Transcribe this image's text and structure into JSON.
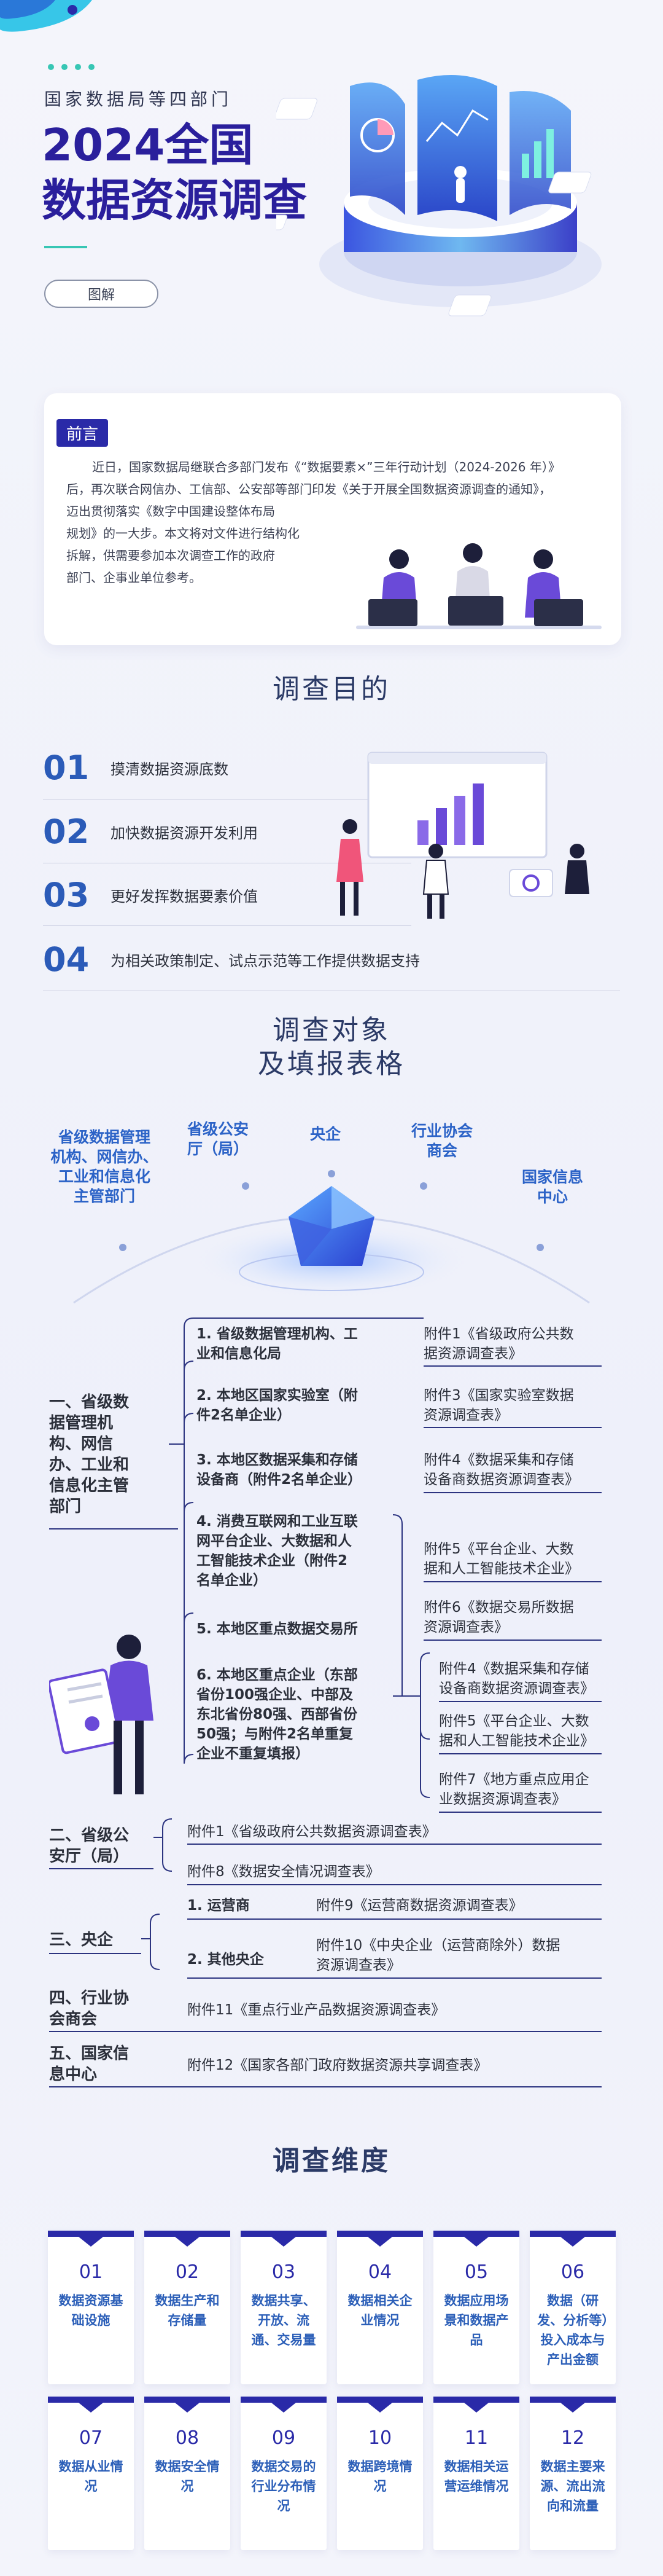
{
  "hero": {
    "subtitle": "国家数据局等四部门",
    "title_line1": "2024全国",
    "title_line2": "数据资源调查",
    "button": "图解"
  },
  "preface": {
    "tag": "前言",
    "lines": [
      "近日，国家数据局继联合多部门发布《“数据要素×”三年行动计划（2024-2026 年）》",
      "后，再次联合网信办、工信部、公安部等部门印发《关于开展全国数据资源调查的通知》，",
      "迈出贯彻落实《数字中国建设整体布局",
      "规划》的一大步。本文将对文件进行结构化",
      "拆解，供需要参加本次调查工作的政府",
      "部门、企事业单位参考。"
    ]
  },
  "purpose": {
    "title": "调查目的",
    "items": [
      {
        "num": "01",
        "text": "摸清数据资源底数"
      },
      {
        "num": "02",
        "text": "加快数据资源开发利用"
      },
      {
        "num": "03",
        "text": "更好发挥数据要素价值"
      },
      {
        "num": "04",
        "text": "为相关政策制定、试点示范等工作提供数据支持"
      }
    ]
  },
  "objects": {
    "title_line1": "调查对象",
    "title_line2": "及填报表格",
    "arc_labels": [
      "省级数据管理\n机构、网信办、\n工业和信息化\n主管部门",
      "省级公安\n厅（局）",
      "央企",
      "行业协会\n商会",
      "国家信息\n中心"
    ],
    "groups": [
      {
        "label": "一、省级数\n据管理机\n构、网信\n办、工业和\n信息化主管\n部门"
      },
      {
        "label": "二、省级公\n安厅（局）"
      },
      {
        "label": "三、央企"
      },
      {
        "label": "四、行业协\n会商会"
      },
      {
        "label": "五、国家信\n息中心"
      }
    ],
    "mids": [
      "1. 省级数据管理机构、工\n业和信息化局",
      "2. 本地区国家实验室（附\n件2名单企业）",
      "3. 本地区数据采集和存储\n设备商（附件2名单企业）",
      "4. 消费互联网和工业互联\n网平台企业、大数据和人\n工智能技术企业（附件2\n名单企业）",
      "5. 本地区重点数据交易所",
      "6. 本地区重点企业（东部\n省份100强企业、中部及\n东北省份80强、西部省份\n50强；与附件2名单重复\n企业不重复填报）",
      "1. 运营商",
      "2. 其他央企"
    ],
    "attachments": [
      "附件1《省级政府公共数\n据资源调查表》",
      "附件3《国家实验室数据\n资源调查表》",
      "附件4《数据采集和存储\n设备商数据资源调查表》",
      "附件5《平台企业、大数\n据和人工智能技术企业》",
      "附件6《数据交易所数据\n资源调查表》",
      "附件4《数据采集和存储\n设备商数据资源调查表》",
      "附件5《平台企业、大数\n据和人工智能技术企业》",
      "附件7《地方重点应用企\n业数据资源调查表》",
      "附件1《省级政府公共数据资源调查表》",
      "附件8《数据安全情况调查表》",
      "附件9《运营商数据资源调查表》",
      "附件10《中央企业（运营商除外）数据\n资源调查表》",
      "附件11《重点行业产品数据资源调查表》",
      "附件12《国家各部门政府数据资源共享调查表》"
    ]
  },
  "dimensions": {
    "title": "调查维度",
    "items": [
      {
        "num": "01",
        "label": "数据资源基础设施"
      },
      {
        "num": "02",
        "label": "数据生产和存储量"
      },
      {
        "num": "03",
        "label": "数据共享、开放、流通、交易量"
      },
      {
        "num": "04",
        "label": "数据相关企业情况"
      },
      {
        "num": "05",
        "label": "数据应用场景和数据产品"
      },
      {
        "num": "06",
        "label": "数据（研发、分析等）投入成本与产出金额"
      },
      {
        "num": "07",
        "label": "数据从业情况"
      },
      {
        "num": "08",
        "label": "数据安全情况"
      },
      {
        "num": "09",
        "label": "数据交易的行业分布情况"
      },
      {
        "num": "10",
        "label": "数据跨境情况"
      },
      {
        "num": "11",
        "label": "数据相关运营运维情况"
      },
      {
        "num": "12",
        "label": "数据主要来源、流出流向和流量"
      }
    ]
  },
  "colors": {
    "primary": "#2a2aa8",
    "accent": "#37c6b4",
    "blue": "#2c63c7",
    "line": "#2c3480"
  }
}
